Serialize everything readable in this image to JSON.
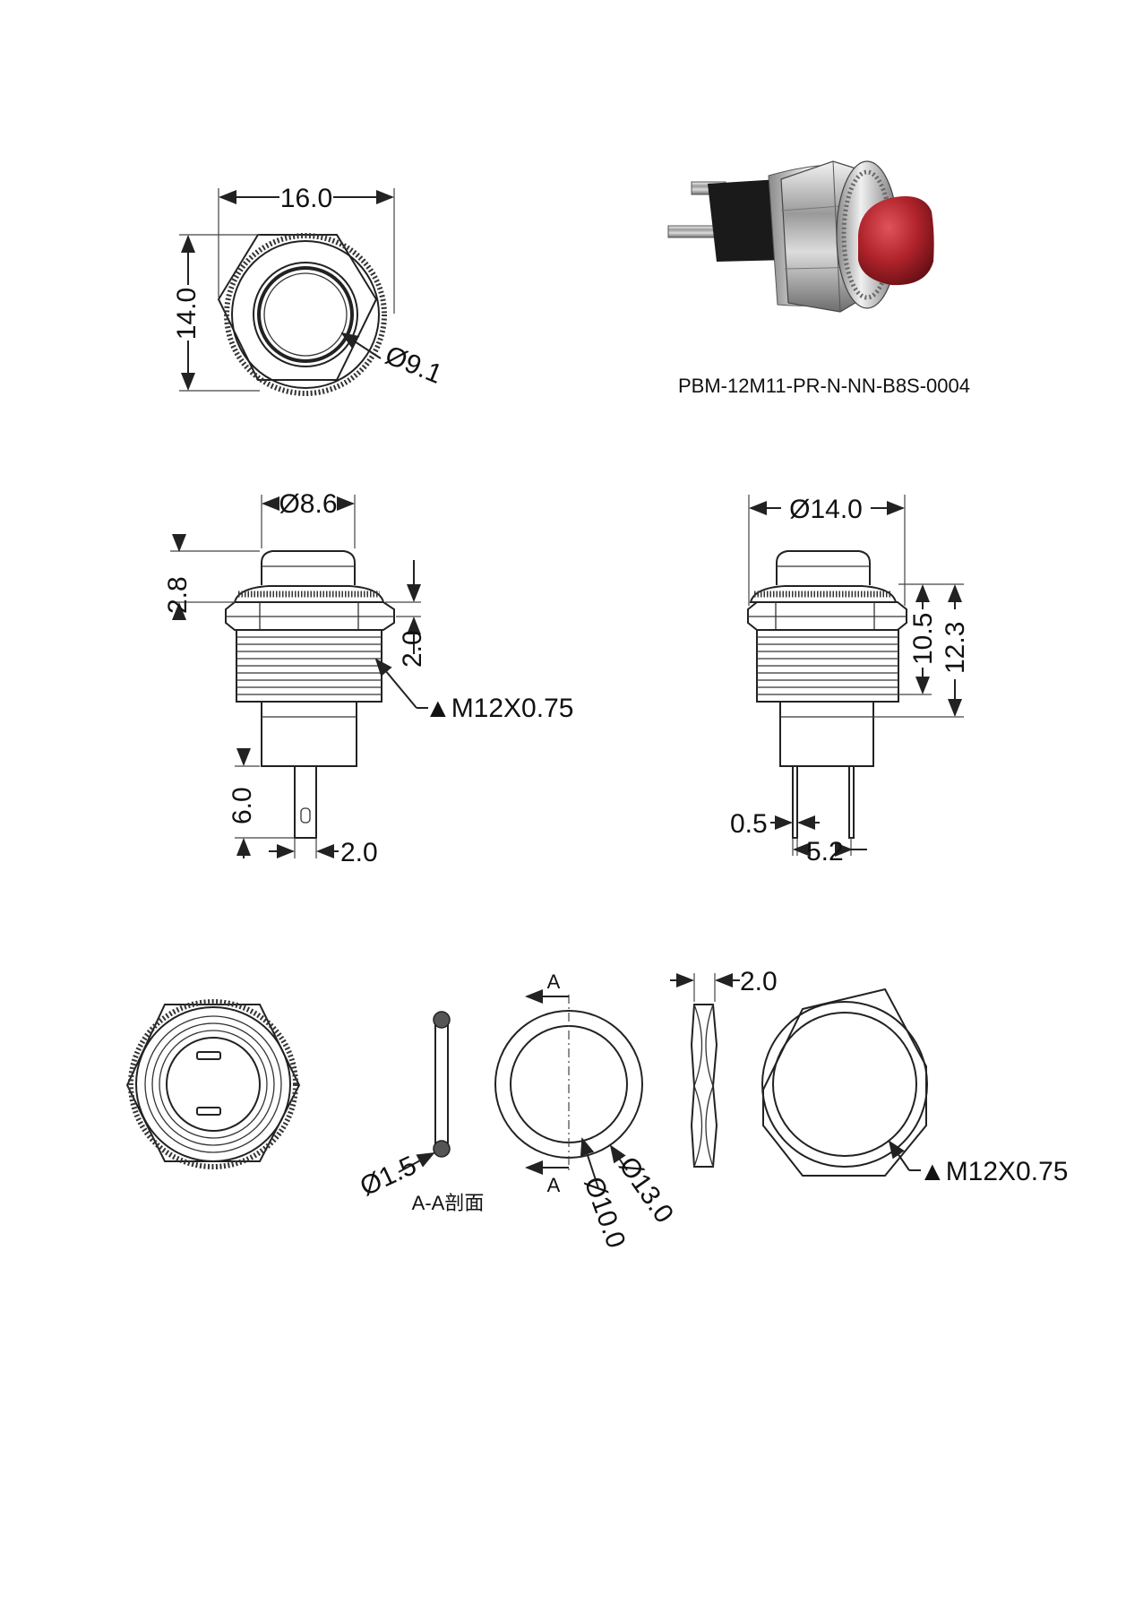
{
  "part_number": "PBM-12M11-PR-N-NN-B8S-0004",
  "colors": {
    "button_cap": "#b0232b",
    "body_metal": "#a8a8a8",
    "insulator": "#1a1a1a",
    "line": "#222222"
  },
  "top_view": {
    "width": "16.0",
    "height": "14.0",
    "inner_diameter": "Ø9.1"
  },
  "front_view_left": {
    "cap_diameter": "Ø8.6",
    "cap_height": "2.8",
    "hex_height": "2.0",
    "thread": "▲M12X0.75",
    "terminal_length": "6.0",
    "terminal_width": "2.0"
  },
  "front_view_right": {
    "bezel_diameter": "Ø14.0",
    "thread_length": "10.5",
    "body_length": "12.3",
    "terminal_thickness": "0.5",
    "terminal_pitch": "5.2"
  },
  "accessories": {
    "oring_diameter": "Ø1.5",
    "section_label": "A-A剖面",
    "section_mark_top": "A",
    "section_mark_bottom": "A",
    "ring_inner": "Ø10.0",
    "ring_outer": "Ø13.0",
    "washer_thickness": "2.0",
    "nut_thread": "▲M12X0.75"
  }
}
